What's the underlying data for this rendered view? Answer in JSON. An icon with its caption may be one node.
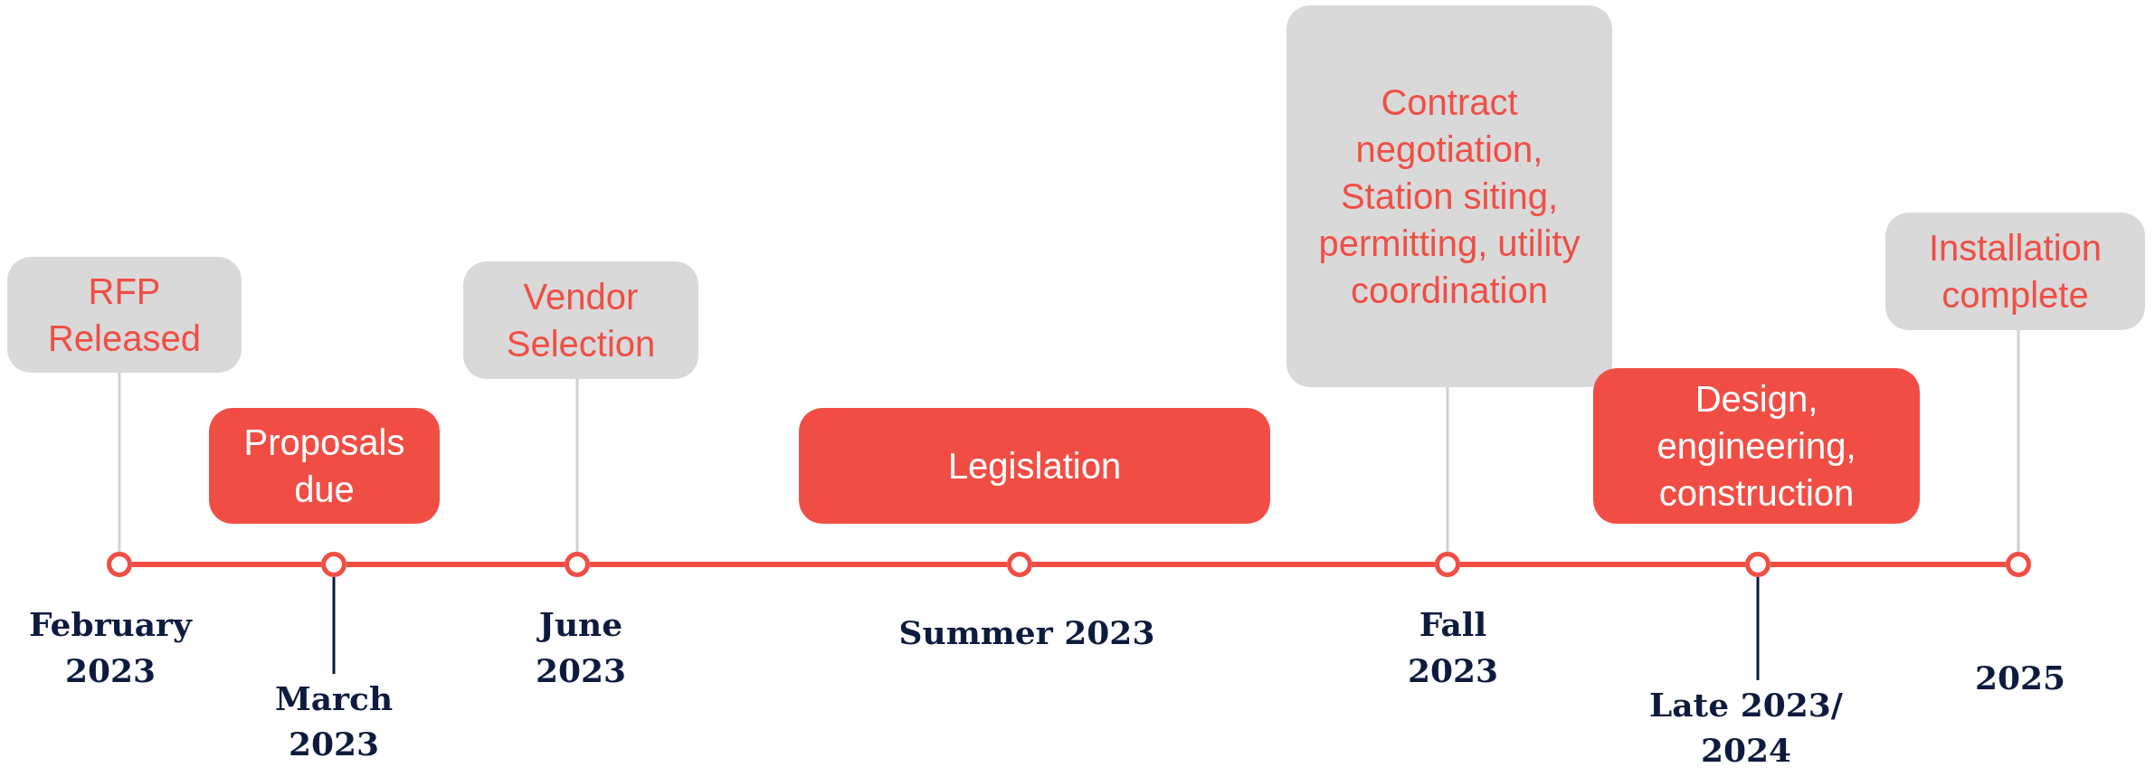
{
  "diagram": {
    "nodes": [
      {
        "text": [
          "RFP Released"
        ]
      },
      {
        "text": [
          "Proposals due"
        ]
      },
      {
        "text": [
          "Vendor Selection"
        ]
      },
      {
        "text": [
          "Legislation"
        ]
      },
      {
        "text": [
          "Contract negotiation, Station siting, permitting, utility coordination"
        ]
      },
      {
        "text": [
          "Design, engineering, construction"
        ]
      },
      {
        "text": [
          "Installation complete"
        ]
      },
      {
        "text": [],
        "shape": "circle"
      },
      {
        "text": [],
        "shape": "circle"
      },
      {
        "text": [],
        "shape": "circle"
      },
      {
        "text": [],
        "shape": "circle"
      },
      {
        "text": [],
        "shape": "circle"
      },
      {
        "text": [],
        "shape": "circle"
      },
      {
        "text": [],
        "shape": "circle"
      },
      {
        "text": [
          "February 2023"
        ]
      },
      {
        "text": [
          "March 2023"
        ]
      },
      {
        "text": [
          "June 2023"
        ]
      },
      {
        "text": [
          "Summer 2023"
        ]
      },
      {
        "text": [
          "Fall 2023"
        ]
      },
      {
        "text": [
          "Late 2023/ 2024"
        ]
      },
      {
        "text": [
          "2025"
        ]
      }
    ],
    "edges": [
      {
        "from": 0,
        "to": 7,
        "arrow": "none",
        "color": "#d0d0d0"
      },
      {
        "from": 2,
        "to": 9,
        "arrow": "none",
        "color": "#d0d0d0"
      },
      {
        "from": 4,
        "to": 11,
        "arrow": "none",
        "color": "#d0d0d0"
      },
      {
        "from": 6,
        "to": 13,
        "arrow": "none",
        "color": "#d0d0d0"
      },
      {
        "from": 8,
        "to": 15,
        "arrow": "none",
        "color": "#0d1b3e"
      },
      {
        "from": 12,
        "to": 19,
        "arrow": "none",
        "color": "#0d1b3e"
      },
      {
        "from": 7,
        "to": 8,
        "arrow": "none"
      },
      {
        "from": 8,
        "to": 9,
        "arrow": "none"
      },
      {
        "from": 9,
        "to": 10,
        "arrow": "none"
      },
      {
        "from": 10,
        "to": 11,
        "arrow": "none"
      },
      {
        "from": 11,
        "to": 12,
        "arrow": "none"
      },
      {
        "from": 12,
        "to": 13,
        "arrow": "none"
      }
    ]
  }
}
